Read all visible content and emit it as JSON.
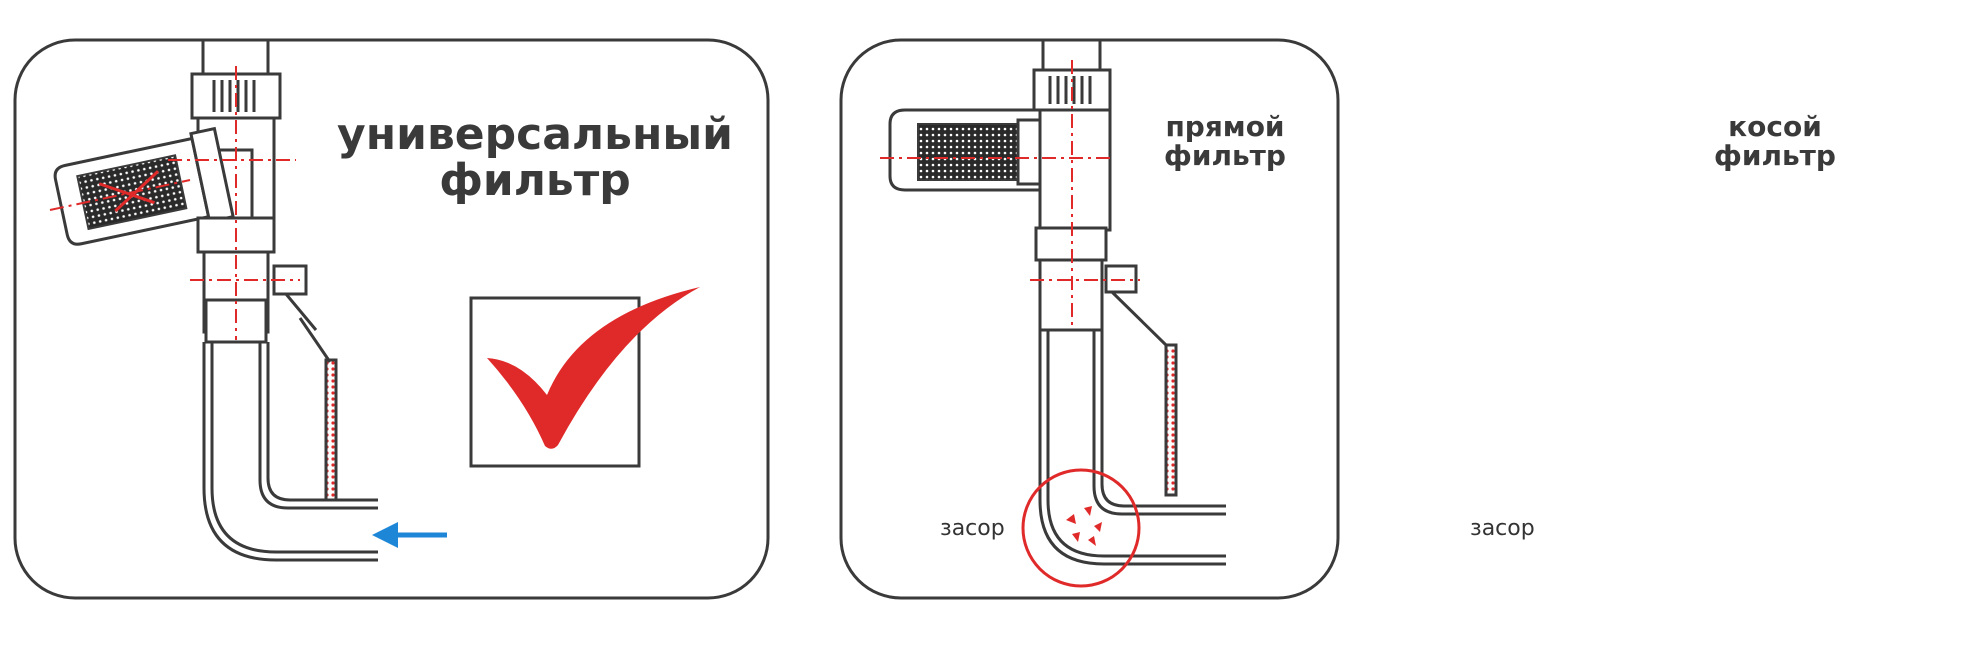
{
  "panels": [
    {
      "id": "universal",
      "title_lines": [
        "универсальный",
        "фильтр"
      ],
      "check": true
    },
    {
      "id": "straight",
      "title_lines": [
        "прямой",
        "фильтр"
      ],
      "clog_label": "засор"
    },
    {
      "id": "oblique",
      "title_lines": [
        "косой",
        "фильтр"
      ],
      "clog_label": "засор"
    }
  ],
  "colors": {
    "outline": "#3a3a3a",
    "accent_red": "#e02a2a",
    "flow_arrow": "#1e86d6",
    "title_text": "#3a3a3a"
  }
}
